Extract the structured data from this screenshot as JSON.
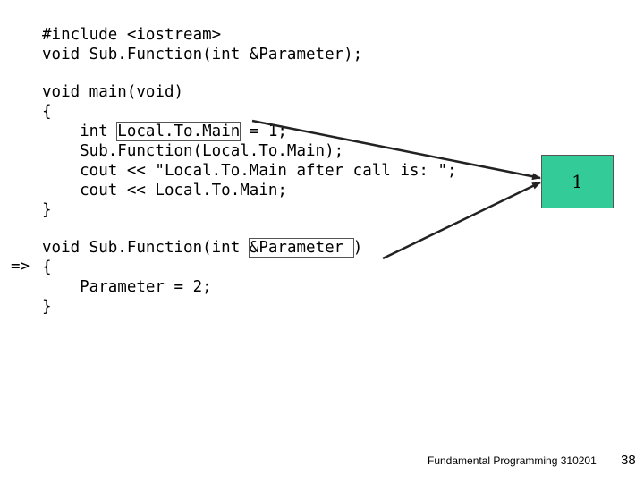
{
  "code": {
    "line1": "#include <iostream>",
    "line2": "void Sub.Function(int &Parameter);",
    "line3": "void main(void)",
    "line4": "{",
    "line5_pre": "    int ",
    "line5_box": "Local.To.Main",
    "line5_post": " = 1;",
    "line6": "    Sub.Function(Local.To.Main);",
    "line7": "    cout << \"Local.To.Main after call is: \";",
    "line8": "    cout << Local.To.Main;",
    "line9": "}",
    "line10_pre": "void Sub.Function(int ",
    "line10_box": "&Parameter ",
    "line10_post": ")",
    "line11": "{",
    "line12": "    Parameter = 2;",
    "line13": "}"
  },
  "pointer": "=>",
  "memory_value": "1",
  "footer": "Fundamental Programming 310201",
  "page_number": "38",
  "colors": {
    "value_box": "#33cc99",
    "arrow": "#222222"
  }
}
